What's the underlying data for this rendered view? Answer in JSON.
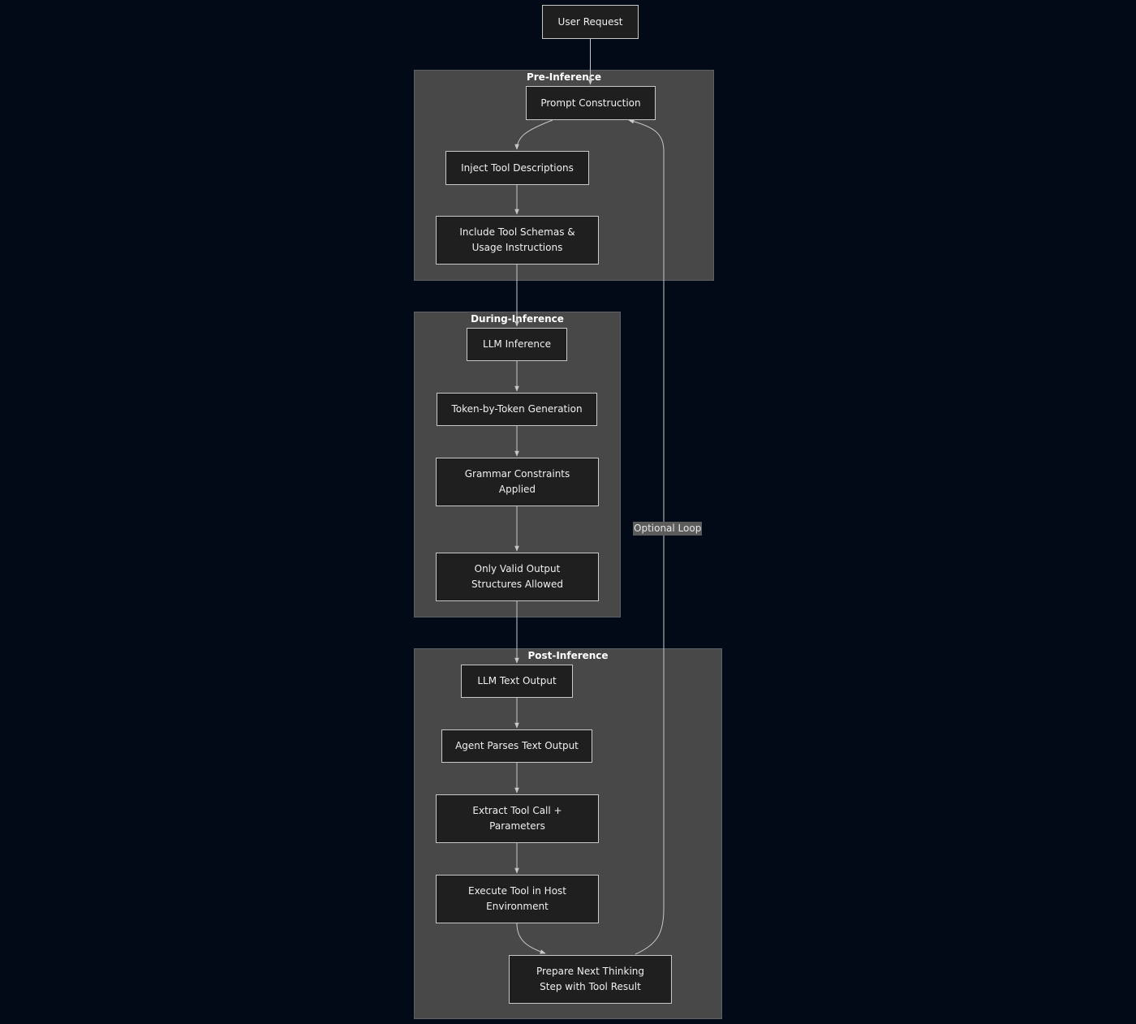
{
  "diagram": {
    "type": "flowchart",
    "background": "#020a17",
    "cluster_color": "#474847",
    "node_color": "#1f1f1f",
    "edge_color": "#c8c8c8",
    "clusters": {
      "pre": {
        "title": "Pre-Inference"
      },
      "during": {
        "title": "During-Inference"
      },
      "post": {
        "title": "Post-Inference"
      }
    },
    "nodes": {
      "user_request": "User Request",
      "prompt_construction": "Prompt Construction",
      "inject_tool_descriptions": "Inject Tool Descriptions",
      "include_tool_schemas": "Include Tool Schemas &\nUsage Instructions",
      "llm_inference": "LLM Inference",
      "token_generation": "Token-by-Token Generation",
      "grammar_constraints": "Grammar Constraints\nApplied",
      "only_valid_output": "Only Valid Output\nStructures Allowed",
      "llm_text_output": "LLM Text Output",
      "agent_parses": "Agent Parses Text Output",
      "extract_tool_call": "Extract Tool Call +\nParameters",
      "execute_tool": "Execute Tool in Host\nEnvironment",
      "prepare_next_step": "Prepare Next Thinking\nStep with Tool Result"
    },
    "edges": {
      "loop_label": "Optional Loop"
    }
  }
}
